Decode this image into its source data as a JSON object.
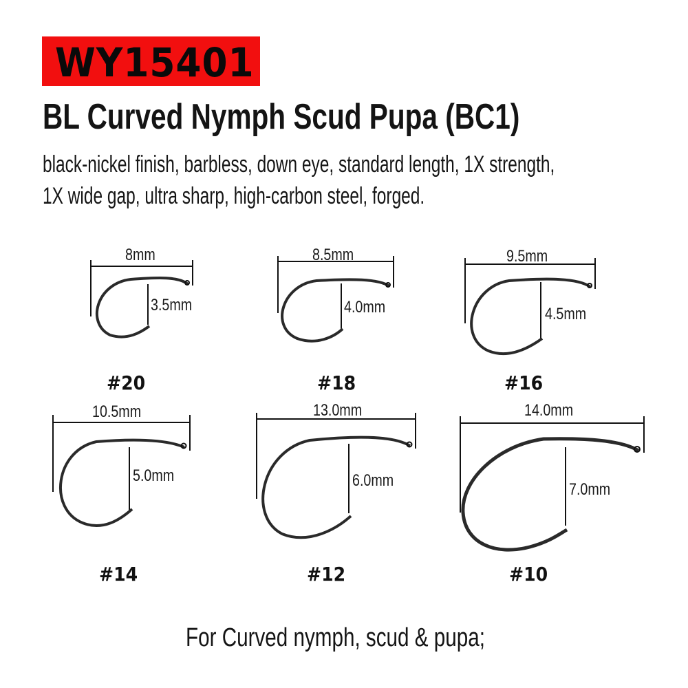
{
  "product": {
    "code": "WY15401",
    "badge_color": "#f20f0f",
    "title": "BL Curved Nymph Scud Pupa (BC1)",
    "description_lines": [
      "black-nickel finish, barbless, down eye, standard length, 1X strength,",
      "1X wide gap, ultra sharp, high-carbon steel, forged."
    ]
  },
  "hooks": [
    {
      "size": "#20",
      "length": "8mm",
      "gap": "3.5mm"
    },
    {
      "size": "#18",
      "length": "8.5mm",
      "gap": "4.0mm"
    },
    {
      "size": "#16",
      "length": "9.5mm",
      "gap": "4.5mm"
    },
    {
      "size": "#14",
      "length": "10.5mm",
      "gap": "5.0mm"
    },
    {
      "size": "#12",
      "length": "13.0mm",
      "gap": "6.0mm"
    },
    {
      "size": "#10",
      "length": "14.0mm",
      "gap": "7.0mm"
    }
  ],
  "footer": {
    "text": "For Curved nymph, scud & pupa;"
  }
}
